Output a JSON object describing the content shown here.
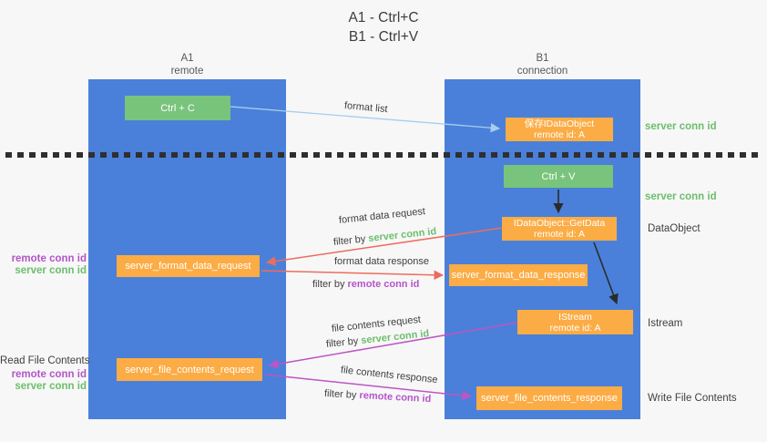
{
  "title": {
    "line1": "A1 - Ctrl+C",
    "line2": "B1 - Ctrl+V"
  },
  "columns": {
    "a": {
      "name": "A1",
      "role": "remote"
    },
    "b": {
      "name": "B1",
      "role": "connection"
    }
  },
  "nodes": {
    "ctrl_c": {
      "label": "Ctrl + C"
    },
    "ctrl_v": {
      "label": "Ctrl + V"
    },
    "save_idataobject": {
      "line1": "保存IDataObject",
      "line2": "remote id: A"
    },
    "getdata": {
      "line1": "IDataObject::GetData",
      "line2": "remote id: A"
    },
    "istream": {
      "line1": "IStream",
      "line2": "remote id: A"
    },
    "server_format_data_request": {
      "label": "server_format_data_request"
    },
    "server_format_data_response": {
      "label": "server_format_data_response"
    },
    "server_file_contents_request": {
      "label": "server_file_contents_request"
    },
    "server_file_contents_response": {
      "label": "server_file_contents_response"
    }
  },
  "edges": {
    "format_list": {
      "label": "format list"
    },
    "format_data_request": {
      "label": "format data request",
      "filter_prefix": "filter by ",
      "filter_key": "server conn id"
    },
    "format_data_response": {
      "label": "format data response",
      "filter_prefix": "filter by ",
      "filter_key": "remote conn id"
    },
    "file_contents_request": {
      "label": "file contents request",
      "filter_prefix": "filter by ",
      "filter_key": "server conn id"
    },
    "file_contents_response": {
      "label": "file contents response",
      "filter_prefix": "filter by ",
      "filter_key": "remote conn id"
    }
  },
  "annotations": {
    "right": {
      "server_conn_id_top": "server conn id",
      "server_conn_id_mid": "server conn id",
      "dataobject": "DataObject",
      "istream": "Istream",
      "write_file_contents": "Write File Contents"
    },
    "left": {
      "remote_conn_id_1": "remote conn id",
      "server_conn_id_1": "server conn id",
      "read_file_contents": "Read File Contents",
      "remote_conn_id_2": "remote conn id",
      "server_conn_id_2": "server conn id"
    }
  },
  "colors": {
    "column_blue": "#4A80D9",
    "node_green": "#79C47C",
    "node_orange": "#FBAC45",
    "arrow_red": "#ED6C5F",
    "arrow_purple": "#BE54C5",
    "arrow_light_blue": "#A6CDEF",
    "arrow_black": "#2B2B2B",
    "text_green": "#6CBE6C",
    "text_purple": "#B455C8",
    "background": "#F7F7F7"
  }
}
